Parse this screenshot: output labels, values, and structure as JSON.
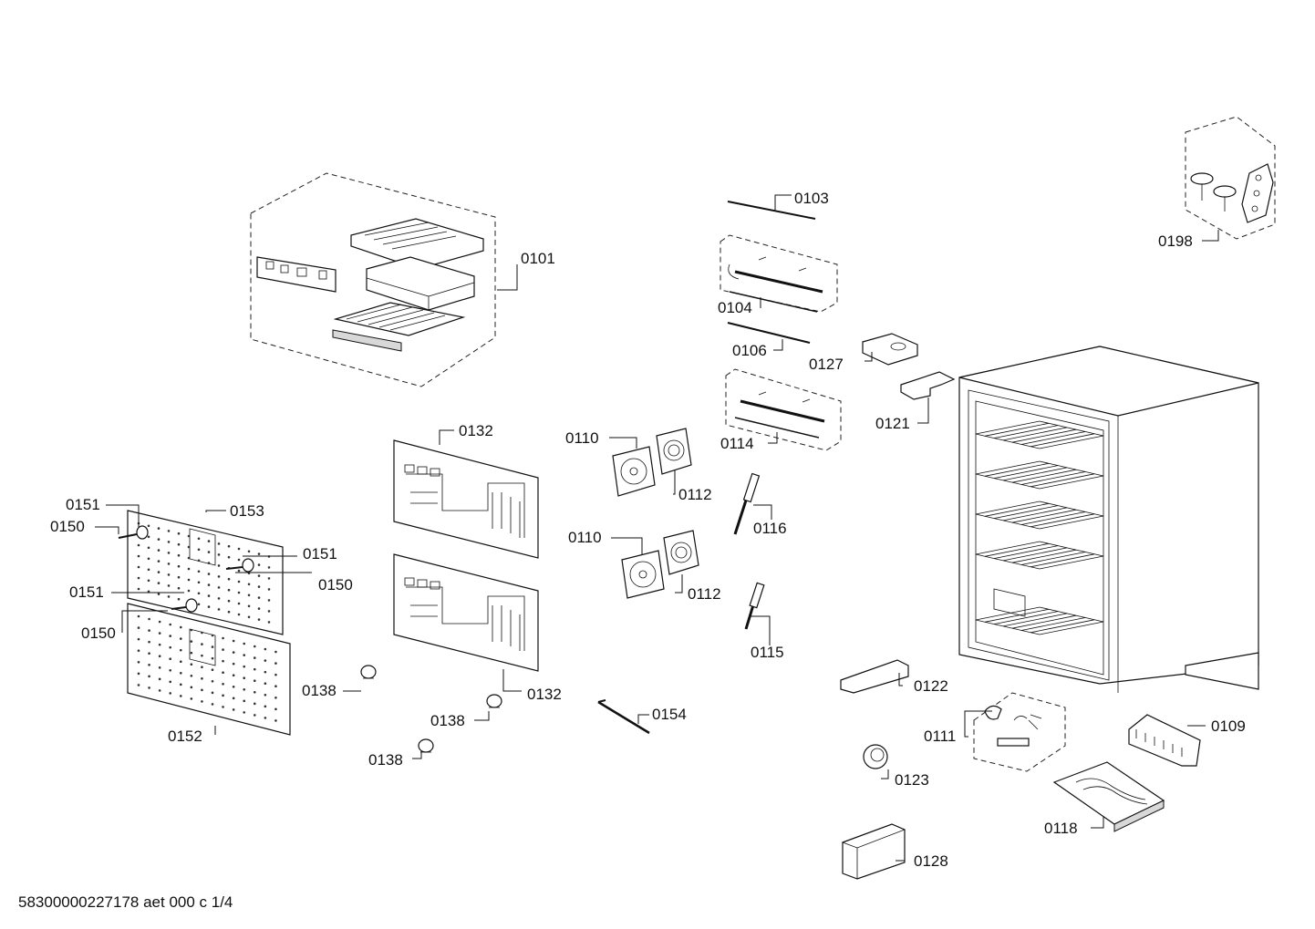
{
  "footer": {
    "doc_code": "58300000227178 aet 000 c 1/4"
  },
  "callouts": [
    {
      "id": "c0101",
      "text": "0101"
    },
    {
      "id": "c0103",
      "text": "0103"
    },
    {
      "id": "c0104",
      "text": "0104"
    },
    {
      "id": "c0106",
      "text": "0106"
    },
    {
      "id": "c0127",
      "text": "0127"
    },
    {
      "id": "c0121",
      "text": "0121"
    },
    {
      "id": "c0114",
      "text": "0114"
    },
    {
      "id": "c0198",
      "text": "0198"
    },
    {
      "id": "c0132a",
      "text": "0132"
    },
    {
      "id": "c0132b",
      "text": "0132"
    },
    {
      "id": "c0110a",
      "text": "0110"
    },
    {
      "id": "c0112a",
      "text": "0112"
    },
    {
      "id": "c0110b",
      "text": "0110"
    },
    {
      "id": "c0112b",
      "text": "0112"
    },
    {
      "id": "c0116",
      "text": "0116"
    },
    {
      "id": "c0115",
      "text": "0115"
    },
    {
      "id": "c0151a",
      "text": "0151"
    },
    {
      "id": "c0150a",
      "text": "0150"
    },
    {
      "id": "c0153",
      "text": "0153"
    },
    {
      "id": "c0151b",
      "text": "0151"
    },
    {
      "id": "c0150b",
      "text": "0150"
    },
    {
      "id": "c0151c",
      "text": "0151"
    },
    {
      "id": "c0150c",
      "text": "0150"
    },
    {
      "id": "c0152",
      "text": "0152"
    },
    {
      "id": "c0138a",
      "text": "0138"
    },
    {
      "id": "c0138b",
      "text": "0138"
    },
    {
      "id": "c0138c",
      "text": "0138"
    },
    {
      "id": "c0154",
      "text": "0154"
    },
    {
      "id": "c0122",
      "text": "0122"
    },
    {
      "id": "c0111",
      "text": "0111"
    },
    {
      "id": "c0109",
      "text": "0109"
    },
    {
      "id": "c0123",
      "text": "0123"
    },
    {
      "id": "c0118",
      "text": "0118"
    },
    {
      "id": "c0128",
      "text": "0128"
    }
  ]
}
